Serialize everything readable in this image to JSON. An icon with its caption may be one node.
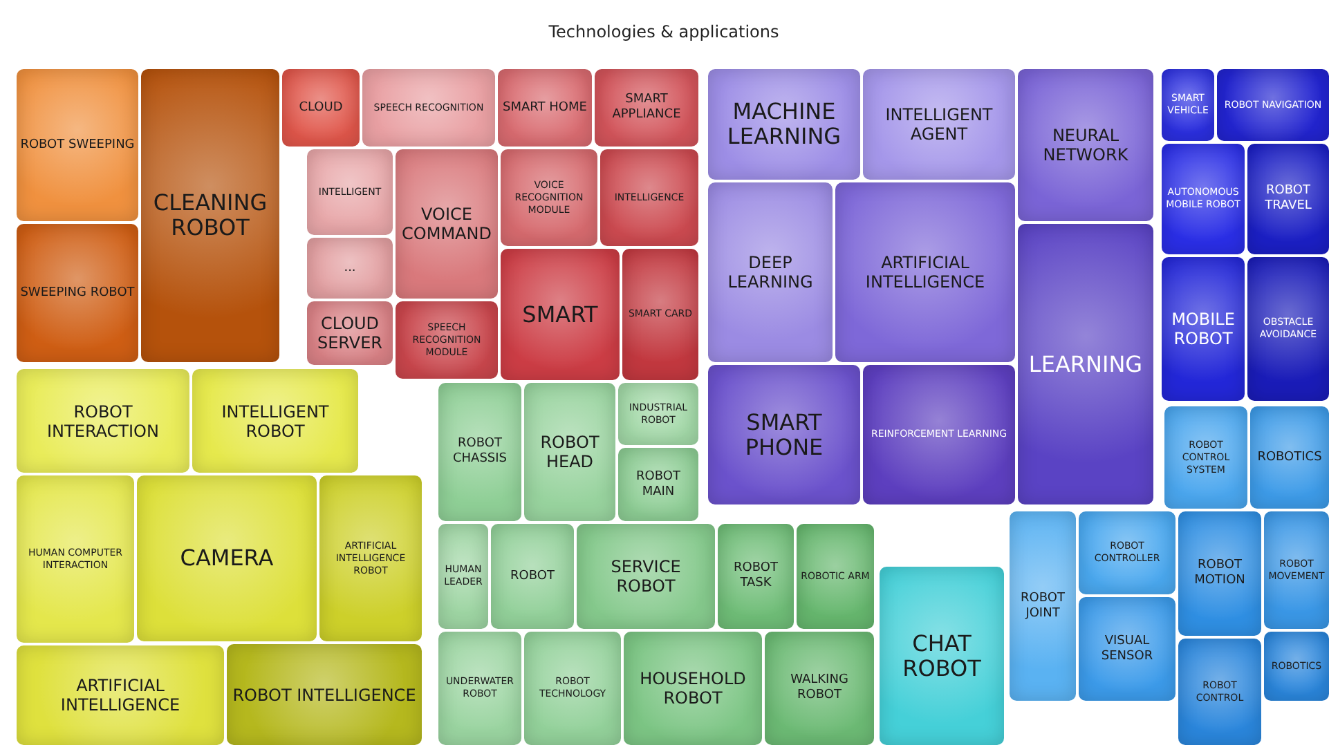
{
  "diagram": {
    "title": "Technologies & applications",
    "nodes": [
      {
        "text": [
          "ROBOT SWEEPING"
        ]
      },
      {
        "text": [
          "CLEANING ROBOT"
        ]
      },
      {
        "text": [
          "SWEEPING ROBOT"
        ]
      },
      {
        "text": [
          "CLOUD"
        ]
      },
      {
        "text": [
          "SPEECH RECOGNITION"
        ]
      },
      {
        "text": [
          "SMART HOME"
        ]
      },
      {
        "text": [
          "SMART APPLIANCE"
        ]
      },
      {
        "text": [
          "MACHINE LEARNING"
        ]
      },
      {
        "text": [
          "INTELLIGENT AGENT"
        ]
      },
      {
        "text": [
          "NEURAL NETWORK"
        ]
      },
      {
        "text": [
          "SMART VEHICLE"
        ]
      },
      {
        "text": [
          "ROBOT NAVIGATION"
        ]
      },
      {
        "text": [
          "INTELLIGENT"
        ]
      },
      {
        "text": [
          "VOICE COMMAND"
        ]
      },
      {
        "text": [
          "VOICE RECOGNITION MODULE"
        ]
      },
      {
        "text": [
          "INTELLIGENCE"
        ]
      },
      {
        "text": [
          "AUTONOMOUS MOBILE ROBOT"
        ]
      },
      {
        "text": [
          "ROBOT TRAVEL"
        ]
      },
      {
        "text": [
          "..."
        ]
      },
      {
        "text": [
          "DEEP LEARNING"
        ]
      },
      {
        "text": [
          "ARTIFICIAL INTELLIGENCE"
        ]
      },
      {
        "text": [
          "MOBILE ROBOT"
        ]
      },
      {
        "text": [
          "OBSTACLE AVOIDANCE"
        ]
      },
      {
        "text": [
          "CLOUD SERVER"
        ]
      },
      {
        "text": [
          "SPEECH RECOGNITION MODULE"
        ]
      },
      {
        "text": [
          "SMART"
        ]
      },
      {
        "text": [
          "SMART CARD"
        ]
      },
      {
        "text": [
          "LEARNING"
        ]
      },
      {
        "text": [
          "SMART PHONE"
        ]
      },
      {
        "text": [
          "REINFORCEMENT LEARNING"
        ]
      },
      {
        "text": [
          "ROBOT INTERACTION"
        ]
      },
      {
        "text": [
          "INTELLIGENT ROBOT"
        ]
      },
      {
        "text": [
          "ROBOT CHASSIS"
        ]
      },
      {
        "text": [
          "ROBOT HEAD"
        ]
      },
      {
        "text": [
          "INDUSTRIAL ROBOT"
        ]
      },
      {
        "text": [
          "ROBOT CONTROL SYSTEM"
        ]
      },
      {
        "text": [
          "ROBOTICS"
        ]
      },
      {
        "text": [
          "ROBOT MAIN"
        ]
      },
      {
        "text": [
          "CAMERA"
        ]
      },
      {
        "text": [
          "ARTIFICIAL INTELLIGENCE ROBOT"
        ]
      },
      {
        "text": [
          "HUMAN COMPUTER INTERACTION"
        ]
      },
      {
        "text": [
          "ROBOT CONTROLLER"
        ]
      },
      {
        "text": [
          "ROBOT JOINT"
        ]
      },
      {
        "text": [
          "ROBOT MOTION"
        ]
      },
      {
        "text": [
          "ROBOT MOVEMENT"
        ]
      },
      {
        "text": [
          "HUMAN LEADER"
        ]
      },
      {
        "text": [
          "ROBOT"
        ]
      },
      {
        "text": [
          "SERVICE ROBOT"
        ]
      },
      {
        "text": [
          "ROBOT TASK"
        ]
      },
      {
        "text": [
          "ROBOTIC ARM"
        ]
      },
      {
        "text": [
          "CHAT ROBOT"
        ]
      },
      {
        "text": [
          "VISUAL SENSOR"
        ]
      },
      {
        "text": [
          "ROBOTICS"
        ]
      },
      {
        "text": [
          "UNDERWATER ROBOT"
        ]
      },
      {
        "text": [
          "ROBOT TECHNOLOGY"
        ]
      },
      {
        "text": [
          "HOUSEHOLD ROBOT"
        ]
      },
      {
        "text": [
          "WALKING ROBOT"
        ]
      },
      {
        "text": [
          "ROBOT CONTROL"
        ]
      },
      {
        "text": [
          "ARTIFICIAL INTELLIGENCE"
        ]
      },
      {
        "text": [
          "ROBOT INTELLIGENCE"
        ]
      }
    ]
  }
}
